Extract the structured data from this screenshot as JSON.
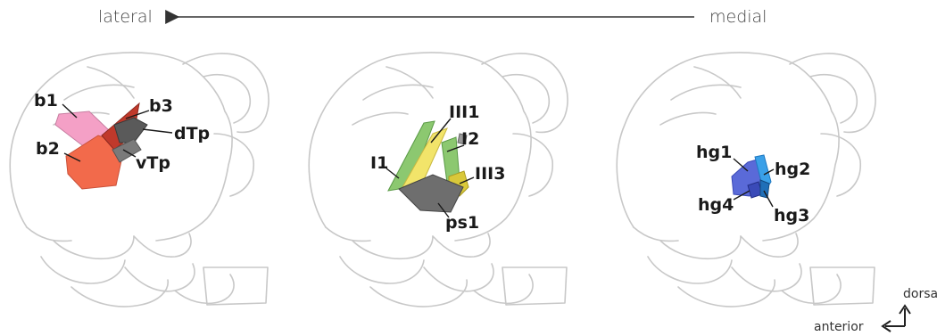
{
  "orientation": {
    "left_label": "lateral",
    "right_label": "medial"
  },
  "panels": [
    {
      "id": "left",
      "muscles": [
        {
          "label": "b1",
          "color": "#f4a0c6"
        },
        {
          "label": "b3",
          "color": "#c0392b"
        },
        {
          "label": "dTp",
          "color": "#5a5a5a"
        },
        {
          "label": "b2",
          "color": "#f26a4b"
        },
        {
          "label": "vTp",
          "color": "#7a7a7a"
        }
      ]
    },
    {
      "id": "middle",
      "muscles": [
        {
          "label": "III1",
          "color": "#f2e46a"
        },
        {
          "label": "I2",
          "color": "#9a9a9a"
        },
        {
          "label": "I1",
          "color": "#8cc870"
        },
        {
          "label": "III3",
          "color": "#d9c83a"
        },
        {
          "label": "ps1",
          "color": "#6e6e6e"
        }
      ]
    },
    {
      "id": "right",
      "muscles": [
        {
          "label": "hg1",
          "color": "#5a6ad8"
        },
        {
          "label": "hg2",
          "color": "#3aa0e8"
        },
        {
          "label": "hg4",
          "color": "#3a4ab8"
        },
        {
          "label": "hg3",
          "color": "#1f6fb8"
        }
      ]
    }
  ],
  "compass": {
    "up_label": "dorsal",
    "left_label": "anterior"
  }
}
